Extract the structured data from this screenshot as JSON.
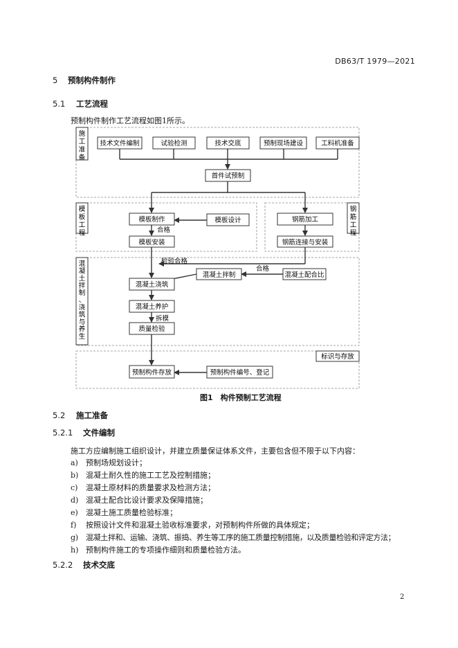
{
  "header": {
    "code": "DB63/T 1979—2021"
  },
  "sec5": {
    "num": "5",
    "title": "预制构件制作"
  },
  "sec51": {
    "num": "5.1",
    "title": "工艺流程"
  },
  "intro": "预制构件制作工艺流程如图1所示。",
  "flowchart": {
    "groups": {
      "prep": "施工准备",
      "formwork": "模板工程",
      "rebar": "钢筋工程",
      "concrete": "混凝土拌制、浇筑与养生",
      "storage": "标识与存放"
    },
    "boxes": {
      "tech_doc": "技术文件编制",
      "test": "试验检测",
      "tech_brief": "技术交底",
      "site_build": "预制现场建设",
      "material_prep": "工料机准备",
      "first_trial": "首件试预制",
      "form_make": "模板制作",
      "form_design": "模板设计",
      "form_install": "模板安装",
      "rebar_process": "钢筋加工",
      "rebar_connect": "钢筋连接与安装",
      "concrete_mix": "混凝土拌制",
      "mix_ratio": "混凝土配合比",
      "concrete_pour": "混凝土浇筑",
      "concrete_cure": "混凝土养护",
      "quality_check": "质量检验",
      "storage_box": "预制构件存放",
      "numbering": "预制构件编号、登记"
    },
    "labels": {
      "pass1": "合格",
      "inspect_pass": "检验合格",
      "pass2": "合格",
      "demould": "拆模"
    }
  },
  "figure_caption": "图1　构件预制工艺流程",
  "sec52": {
    "num": "5.2",
    "title": "施工准备"
  },
  "sec521": {
    "num": "5.2.1",
    "title": "文件编制"
  },
  "para521": "施工方应编制施工组织设计，并建立质量保证体系文件，主要包含但不限于以下内容：",
  "list": [
    {
      "marker": "a)",
      "text": "预制场规划设计；"
    },
    {
      "marker": "b)",
      "text": "混凝土耐久性的施工工艺及控制措施；"
    },
    {
      "marker": "c)",
      "text": "混凝土原材料的质量要求及检测方法；"
    },
    {
      "marker": "d)",
      "text": "混凝土配合比设计要求及保障措施；"
    },
    {
      "marker": "e)",
      "text": "混凝土施工质量检验标准；"
    },
    {
      "marker": "f)",
      "text": "按照设计文件和混凝土验收标准要求，对预制构件所做的具体规定；"
    },
    {
      "marker": "g)",
      "text": "混凝土拌和、运输、浇筑、振捣、养生等工序的施工质量控制措施，以及质量检验和评定方法；"
    },
    {
      "marker": "h)",
      "text": "预制构件施工的专项操作细则和质量检验方法。"
    }
  ],
  "sec522": {
    "num": "5.2.2",
    "title": "技术交底"
  },
  "page_number": "2"
}
